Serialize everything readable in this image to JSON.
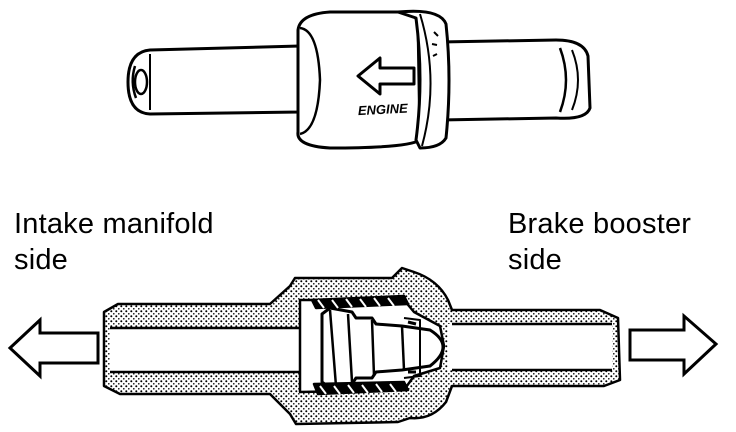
{
  "valve_top": {
    "engine_label": "ENGINE"
  },
  "labels": {
    "intake_line1": "Intake manifold",
    "intake_line2": "side",
    "booster_line1": "Brake booster",
    "booster_line2": "side"
  },
  "icons": {
    "left_arrow": "outline-arrow-left-icon",
    "right_arrow": "outline-arrow-right-icon",
    "valve_arrow": "outline-arrow-left-icon"
  }
}
